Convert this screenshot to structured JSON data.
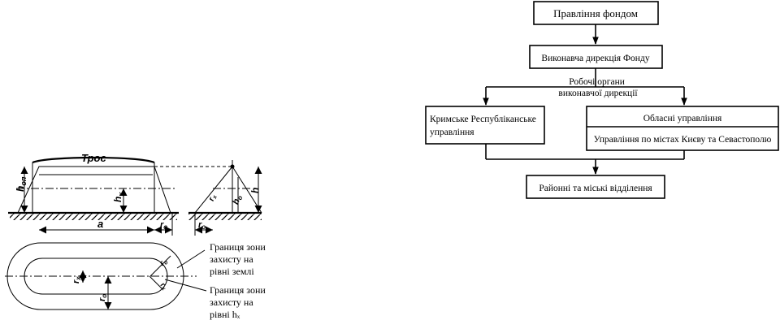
{
  "left_figure": {
    "labels": {
      "tros": "Трос",
      "h_op": "h",
      "h_op_sub": "оп",
      "h_x": "h",
      "h_x_sub": "x",
      "a": "a",
      "r_o": "r",
      "r_o_sub": "o",
      "r_x": "r",
      "r_x_sub": "x",
      "h": "h",
      "h_o": "h",
      "h_o_sub": "o"
    },
    "callouts": {
      "ground_zone": [
        "Границя зони",
        "захисту на",
        "рівні землі"
      ],
      "hx_zone": [
        "Границя зони",
        "захисту на",
        "рівні hₓ"
      ]
    }
  },
  "org_chart": {
    "top": "Правління фондом",
    "executive": "Виконавча дирекція Фонду",
    "working_bodies": [
      "Робочі органи",
      "виконавчої дирекції"
    ],
    "crimea": [
      "Кримське Республіканське",
      "управління"
    ],
    "oblast": "Обласні управління",
    "cities": "Управління по містах Києву та Севастополю",
    "district": "Районні та міські відділення"
  }
}
